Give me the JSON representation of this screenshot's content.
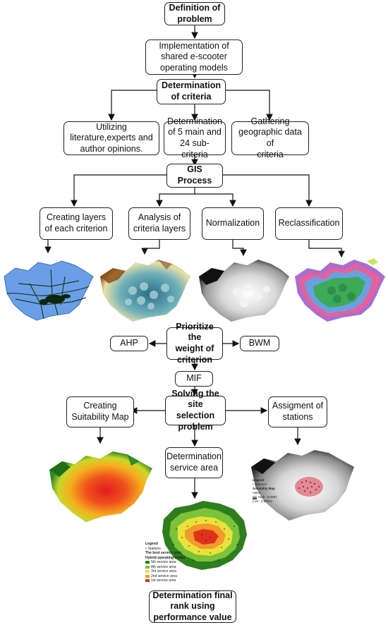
{
  "nodes": {
    "definition": "Definition of\nproblem",
    "implementation": "Implementation of\nshared e-scooter\noperating models",
    "determination_criteria": "Determination\nof criteria",
    "utilizing": "Utilizing\nliterature,experts and\nauthor opinions.",
    "determination_main": "Determination\nof 5 main and\n24 sub-criteria",
    "gathering": "Gathering\ngeographic data of\ncriteria",
    "gis": "GIS Process",
    "creating_layers": "Creating layers\nof each criterion",
    "analysis": "Analysis of\ncriteria layers",
    "normalization": "Normalization",
    "reclassification": "Reclassification",
    "prioritize": "Prioritize the\nweight of\ncriterion",
    "ahp": "AHP",
    "bwm": "BWM",
    "mif": "MIF",
    "solving": "Solving the\nsite selection\nproblem",
    "creating_suitability": "Creating\nSuitability Map",
    "determination_service": "Determination\nservice area",
    "assignment": "Assigment of\nstations",
    "final_rank": "Determination final\nrank using\nperformance value"
  },
  "legend_service": {
    "title": "Legend",
    "stations": "Stations",
    "subtitle": "The best service area",
    "model": "Hybrid operating model",
    "items": [
      {
        "label": "5th service area",
        "color": "#2e7d1e"
      },
      {
        "label": "4th service area",
        "color": "#7cc23a"
      },
      {
        "label": "3rd service area",
        "color": "#e8e23a"
      },
      {
        "label": "2nd service area",
        "color": "#f29a2e"
      },
      {
        "label": "1st service area",
        "color": "#e0301e"
      }
    ]
  },
  "legend_assign": {
    "title": "Legend",
    "stations": "Stations",
    "subtitle": "Suitability Map",
    "value": "Value",
    "high": "High : 0.0987",
    "low": "Low : 0.00001"
  }
}
